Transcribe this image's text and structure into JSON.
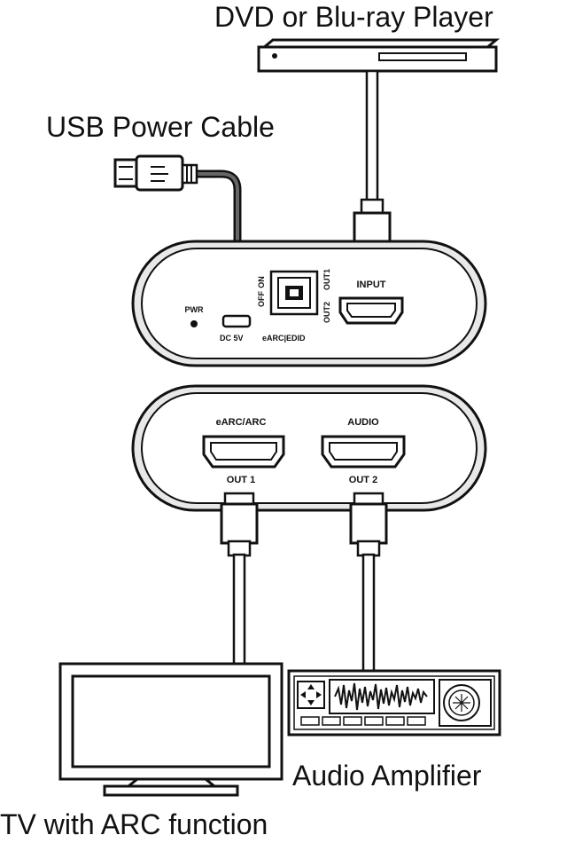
{
  "labels": {
    "source_device": "DVD or Blu-ray Player",
    "power_cable": "USB Power Cable",
    "tv": "TV with ARC function",
    "amplifier": "Audio Amplifier"
  },
  "extractor_top": {
    "pwr": "PWR",
    "dc": "DC 5V",
    "earc_edid": "eARC|EDID",
    "switch_on": "ON",
    "switch_off": "OFF",
    "out1": "OUT1",
    "out2": "OUT2",
    "input": "INPUT"
  },
  "extractor_bottom": {
    "port1_label": "eARC/ARC",
    "port2_label": "AUDIO",
    "out1": "OUT 1",
    "out2": "OUT 2"
  },
  "colors": {
    "stroke": "#111111",
    "fill": "#ffffff",
    "shade": "#e8e8e8"
  }
}
